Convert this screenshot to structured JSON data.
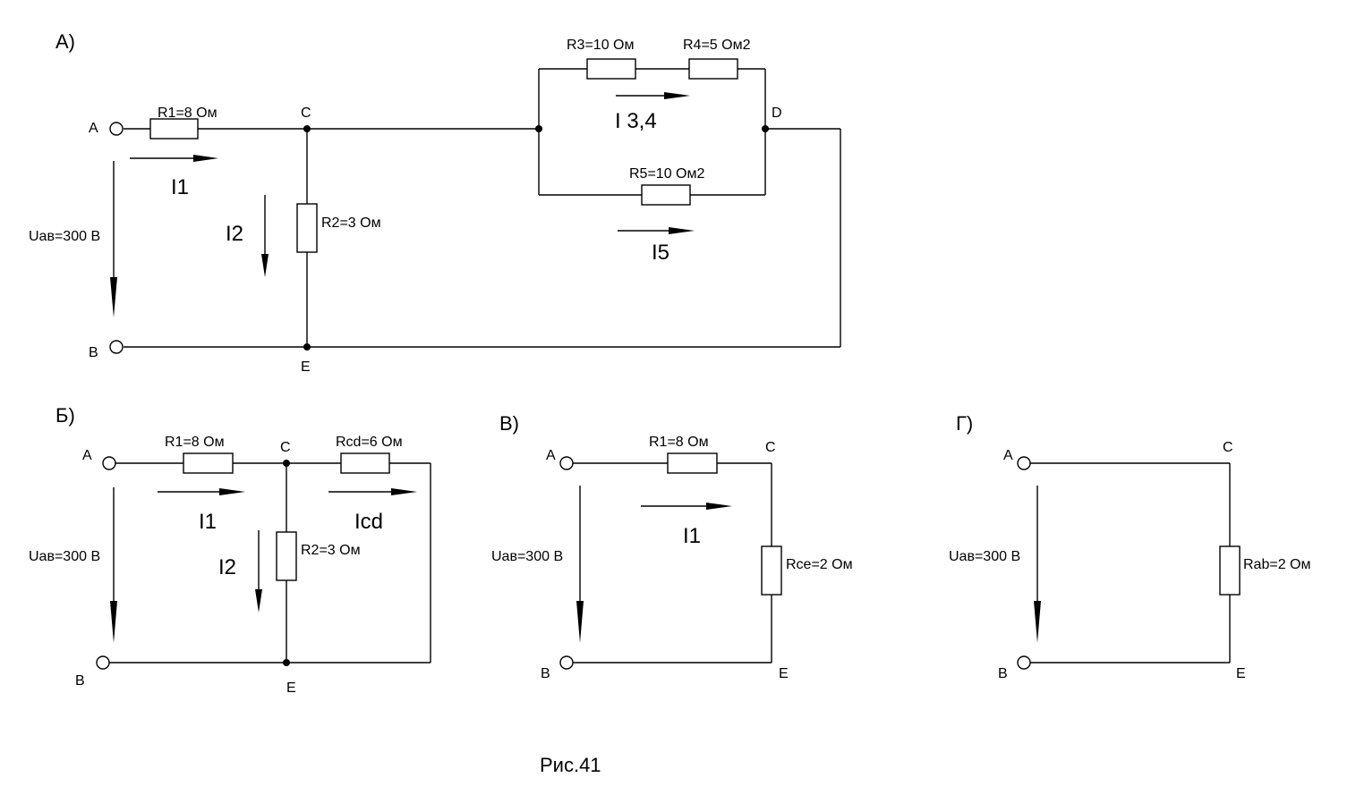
{
  "caption": "Рис.41",
  "panelA": {
    "title": "А)",
    "nodes": {
      "A": "A",
      "B": "B",
      "C": "C",
      "D": "D",
      "E": "E"
    },
    "labels": {
      "R1": "R1=8 Ом",
      "R2": "R2=3 Ом",
      "R3": "R3=10 Ом",
      "R4": "R4=5 Ом2",
      "R5": "R5=10 Ом2",
      "U": "Uав=300 В"
    },
    "currents": {
      "I1": "I1",
      "I2": "I2",
      "I34": "I 3,4",
      "I5": "I5"
    }
  },
  "panelB": {
    "title": "Б)",
    "nodes": {
      "A": "A",
      "B": "B",
      "C": "C",
      "E": "E"
    },
    "labels": {
      "R1": "R1=8 Ом",
      "R2": "R2=3 Ом",
      "Rcd": "Rcd=6 Ом",
      "U": "Uав=300 В"
    },
    "currents": {
      "I1": "I1",
      "I2": "I2",
      "Icd": "Icd"
    }
  },
  "panelV": {
    "title": "В)",
    "nodes": {
      "A": "A",
      "B": "B",
      "C": "C",
      "E": "E"
    },
    "labels": {
      "R1": "R1=8 Ом",
      "Rce": "Rce=2 Ом",
      "U": "Uав=300 В"
    },
    "currents": {
      "I1": "I1"
    }
  },
  "panelG": {
    "title": "Г)",
    "nodes": {
      "A": "A",
      "B": "B",
      "C": "C",
      "E": "E"
    },
    "labels": {
      "Rab": "Rab=2 Ом",
      "U": "Uав=300 В"
    }
  }
}
